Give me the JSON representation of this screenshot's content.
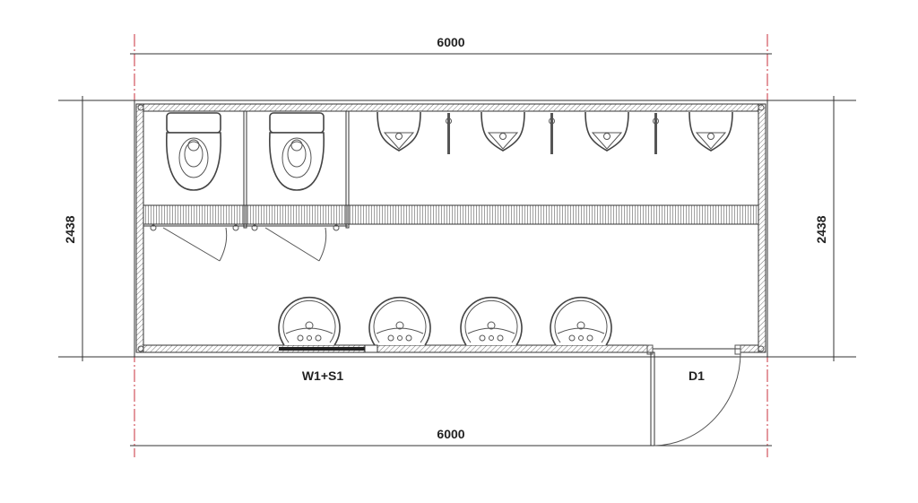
{
  "dimensions": {
    "top_width": "6000",
    "bottom_width": "6000",
    "left_depth": "2438",
    "right_depth": "2438"
  },
  "labels": {
    "window": "W1+S1",
    "door": "D1"
  },
  "fixtures": {
    "toilets": 2,
    "urinals": 4,
    "sinks": 4,
    "stall_doors": 2
  },
  "colors": {
    "centerline": "#c8323c",
    "lines": "#333333"
  }
}
